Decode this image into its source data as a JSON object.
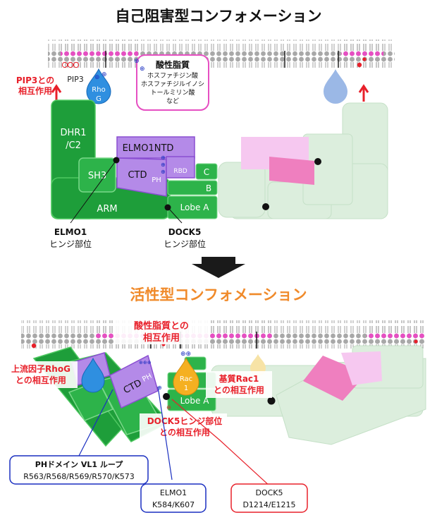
{
  "colors": {
    "dark_green": "#1e9e3a",
    "domain_green": "#2db34a",
    "light_green": "#dceedd",
    "purple": "#b48ae8",
    "purple_dark": "#8a4ed1",
    "magenta": "#e64fc2",
    "pink_light": "#f6c8f0",
    "pink": "#ef7fbf",
    "red_label": "#e8202a",
    "blue_drop": "#2f8fe0",
    "blue_drop_light": "#9bb8e6",
    "orange": "#f5b021",
    "yellow_light": "#f7e3a6",
    "navy": "#1a2fc0"
  },
  "top": {
    "title": "自己阻害型コンフォメーション",
    "pip3_label_1": "PIP3との",
    "pip3_label_2": "相互作用",
    "pip3": "PIP3",
    "rhog_1": "Rho",
    "rhog_2": "G",
    "acidic_title": "酸性脂質",
    "acidic_1": "ホスファチジン酸",
    "acidic_2": "ホスファチジルイノシ",
    "acidic_3": "トールミリン酸",
    "acidic_4": "など",
    "dhr1_1": "DHR1",
    "dhr1_2": "/C2",
    "elmo1ntd": "ELMO1NTD",
    "sh3": "SH3",
    "ctd": "CTD",
    "ph": "PH",
    "rbd": "RBD",
    "c": "C",
    "b": "B",
    "arm": "ARM",
    "lobe_a": "Lobe A",
    "elmo1_hinge_1": "ELMO1",
    "elmo1_hinge_2": "ヒンジ部位",
    "dock5_hinge_1": "DOCK5",
    "dock5_hinge_2": "ヒンジ部位"
  },
  "bottom": {
    "title": "活性型コンフォメーション",
    "acidic_1": "酸性脂質との",
    "acidic_2": "相互作用",
    "rhog_1": "上流因子RhoG",
    "rhog_2": "との相互作用",
    "ctd": "CTD",
    "ph": "PH",
    "rac1_1": "Rac",
    "rac1_2": "1",
    "substrate_1": "基質Rac1",
    "substrate_2": "との相互作用",
    "lobe_a": "Lobe A",
    "dock5_hinge_1": "DOCK5ヒンジ部位",
    "dock5_hinge_2": "との相互作用",
    "ph_loop_1": "PHドメイン VL1 ループ",
    "ph_loop_2": "R563/R568/R569/R570/K573",
    "elmo1_1": "ELMO1",
    "elmo1_2": "K584/K607",
    "dock5_1": "DOCK5",
    "dock5_2": "D1214/E1215"
  }
}
